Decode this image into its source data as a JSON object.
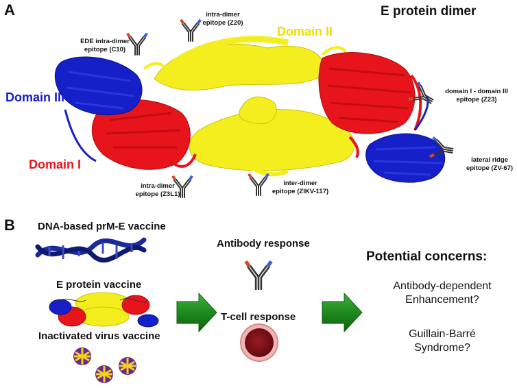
{
  "panel_a": {
    "letter": "A",
    "title": "E protein dimer",
    "domains": {
      "domain_iii": "Domain III",
      "domain_i": "Domain I",
      "domain_ii": "Domain II"
    },
    "epitopes": {
      "ede": [
        "EDE intra-dimer",
        "epitope (C10)"
      ],
      "z20": [
        "intra-dimer",
        "epitope (Z20)"
      ],
      "z23": [
        "domain I - domain III",
        "epitope (Z23)"
      ],
      "zv67": [
        "lateral ridge",
        "epitope (ZV-67)"
      ],
      "zikv117": [
        "inter-dimer",
        "epitope (ZIKV-117)"
      ],
      "z3l1": [
        "intra-dimer",
        "epitope (Z3L1)"
      ]
    }
  },
  "panel_b": {
    "letter": "B",
    "vaccines": {
      "dna": "DNA-based prM-E vaccine",
      "eprotein": "E protein vaccine",
      "inactivated": "Inactivated virus vaccine"
    },
    "responses": {
      "antibody": "Antibody response",
      "tcell": "T-cell response"
    },
    "concerns": {
      "title": "Potential concerns:",
      "ade": [
        "Antibody-dependent",
        "Enhancement?"
      ],
      "gbs": [
        "Guillain-Barré",
        "Syndrome?"
      ]
    }
  },
  "colors": {
    "domain_i": "#e8141b",
    "domain_ii": "#f5ee1f",
    "domain_iii": "#1620c8",
    "arrow": "#1e8a1e",
    "tcell": "#7a1018"
  }
}
